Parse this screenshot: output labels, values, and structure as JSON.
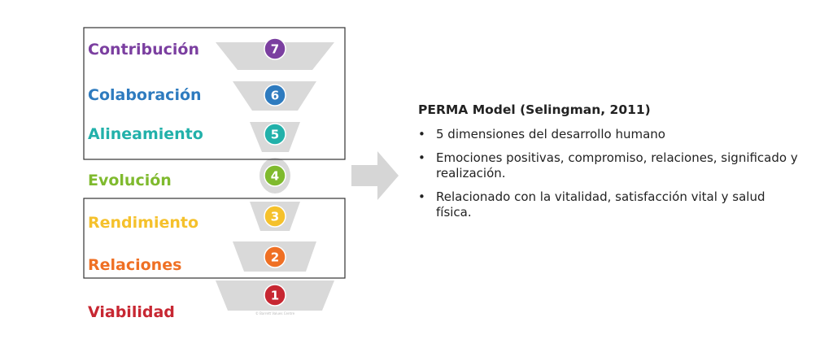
{
  "stages": [
    {
      "label": "Contribución",
      "number": "7",
      "color": "#7b3fa0"
    },
    {
      "label": "Colaboración",
      "number": "6",
      "color": "#2e7bbf"
    },
    {
      "label": "Alineamiento",
      "number": "5",
      "color": "#22b1aa"
    },
    {
      "label": "Evolución",
      "number": "4",
      "color": "#7fba2e"
    },
    {
      "label": "Rendimiento",
      "number": "3",
      "color": "#f5c12c"
    },
    {
      "label": "Relaciones",
      "number": "2",
      "color": "#ef7024"
    },
    {
      "label": "Viabilidad",
      "number": "1",
      "color": "#c72732"
    }
  ],
  "copyright": "© Barrett Values Centre",
  "panel": {
    "title": "PERMA Model  (Selingman, 2011)",
    "bullet_symbol": "•",
    "items": [
      "5 dimensiones del desarrollo humano",
      "Emociones positivas, compromiso, relaciones, significado y realización.",
      "Relacionado con la vitalidad, satisfacción vital y salud física."
    ]
  }
}
